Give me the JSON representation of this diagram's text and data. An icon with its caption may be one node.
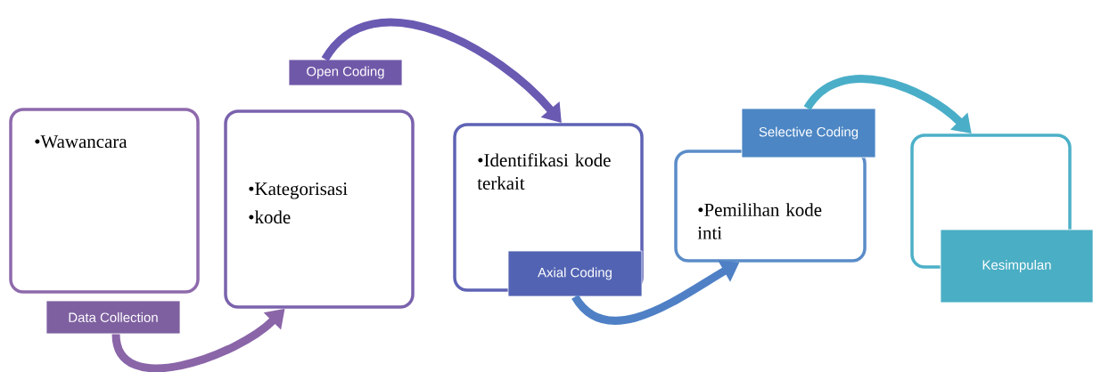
{
  "diagram": {
    "nodes": [
      {
        "text": [
          "•Wawancara"
        ]
      },
      {
        "text": [
          "•Kategorisasi",
          "•kode"
        ]
      },
      {
        "text": [
          "•Identifikasi kode terkait"
        ]
      },
      {
        "text": [
          "•Pemilihan kode inti"
        ]
      },
      {
        "text": [],
        "shape": "box"
      },
      {
        "text": [
          "Data Collection"
        ]
      },
      {
        "text": [
          "Open Coding"
        ]
      },
      {
        "text": [
          "Axial Coding"
        ]
      },
      {
        "text": [
          "Selective Coding"
        ]
      },
      {
        "text": [
          "Kesimpulan"
        ]
      }
    ],
    "edges": [
      {
        "from": 5,
        "to": 1,
        "arrow": "to",
        "color": "#8a65a8"
      },
      {
        "from": 6,
        "to": 2,
        "arrow": "to",
        "color": "#6a5ab2"
      },
      {
        "from": 7,
        "to": 3,
        "arrow": "to",
        "color": "#4f80c6"
      },
      {
        "from": 8,
        "to": 4,
        "arrow": "to",
        "color": "#4aaec8"
      }
    ]
  }
}
